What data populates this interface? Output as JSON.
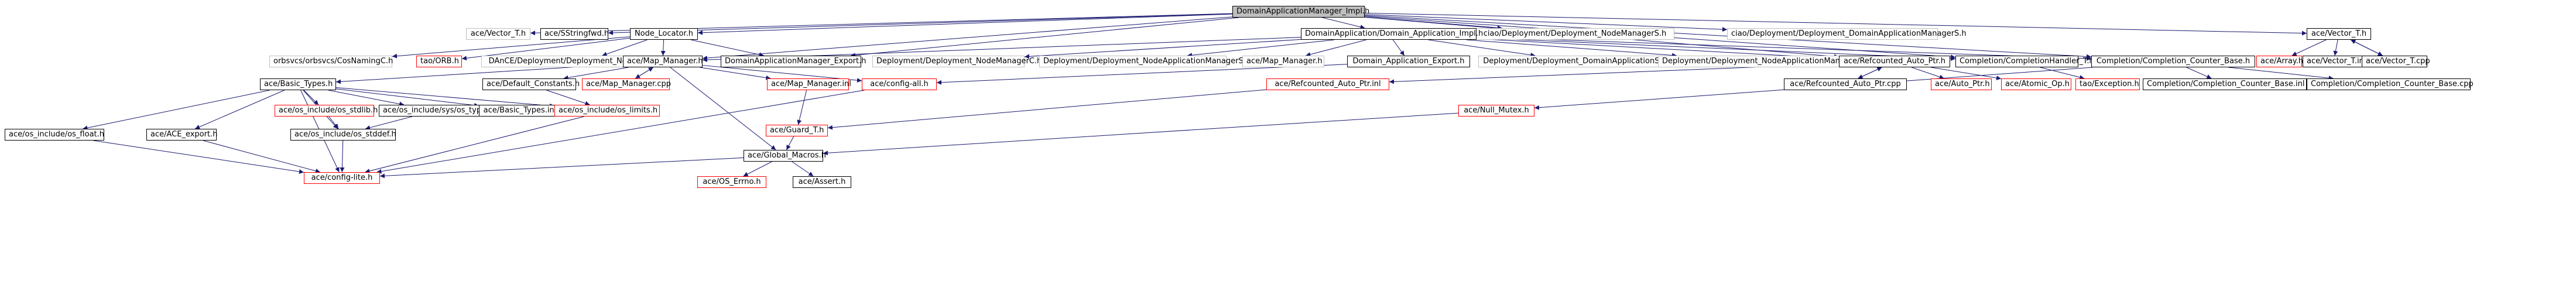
{
  "colors": {
    "edge": "#191970",
    "root_fill": "#bfbfbf",
    "missing_border": "#ff0000",
    "external_border": "#bfbfbf"
  },
  "nodes": [
    {
      "id": "root",
      "label": "DomainApplicationManager_Impl.h",
      "kind": "root"
    },
    {
      "id": "vectorTh_top",
      "label": "ace/Vector_T.h",
      "kind": "ext"
    },
    {
      "id": "sstringfwd",
      "label": "ace/SStringfwd.h",
      "kind": "normal"
    },
    {
      "id": "nodeLocator",
      "label": "Node_Locator.h",
      "kind": "normal"
    },
    {
      "id": "ciaoDeployNM",
      "label": "ciao/Deployment/Deployment_NodeManagerS.h",
      "kind": "ext"
    },
    {
      "id": "ciaoDeployDAMS",
      "label": "ciao/Deployment/Deployment_DomainApplicationManagerS.h",
      "kind": "ext"
    },
    {
      "id": "aceVectorT",
      "label": "ace/Vector_T.h",
      "kind": "normal"
    },
    {
      "id": "ciaoDAImpl",
      "label": "DomainApplication/Domain_Application_Impl.h",
      "kind": "normal"
    },
    {
      "id": "orbsvcsCos",
      "label": "orbsvcs/orbsvcs/CosNamingC.h",
      "kind": "ext"
    },
    {
      "id": "taoORB",
      "label": "tao/ORB.h",
      "kind": "red"
    },
    {
      "id": "danceNM",
      "label": "DAnCE/Deployment/Deployment_NodeManagerC.h",
      "kind": "ext"
    },
    {
      "id": "mapManager",
      "label": "ace/Map_Manager.h",
      "kind": "normal"
    },
    {
      "id": "damExport",
      "label": "DomainApplicationManager_Export.h",
      "kind": "normal"
    },
    {
      "id": "deployNMC",
      "label": "Deployment/Deployment_NodeManagerC.h",
      "kind": "ext"
    },
    {
      "id": "deployNAMS",
      "label": "Deployment/Deployment_NodeApplicationManagerS.h",
      "kind": "ext"
    },
    {
      "id": "mapManagerH2",
      "label": "ace/Map_Manager.h",
      "kind": "ext"
    },
    {
      "id": "daExport",
      "label": "Domain_Application_Export.h",
      "kind": "normal"
    },
    {
      "id": "deployDAS",
      "label": "Deployment/Deployment_DomainApplicationS.h",
      "kind": "ext"
    },
    {
      "id": "deployNAMC",
      "label": "Deployment/Deployment_NodeApplicationManagerC.h",
      "kind": "ext"
    },
    {
      "id": "refAutoPtr",
      "label": "ace/Refcounted_Auto_Ptr.h",
      "kind": "normal"
    },
    {
      "id": "completionHandler",
      "label": "Completion/CompletionHandler_T.h",
      "kind": "normal"
    },
    {
      "id": "completionCounter",
      "label": "Completion/Completion_Counter_Base.h",
      "kind": "normal"
    },
    {
      "id": "aceArray",
      "label": "ace/Array.h",
      "kind": "red"
    },
    {
      "id": "vectorTinl",
      "label": "ace/Vector_T.inl",
      "kind": "normal"
    },
    {
      "id": "vectorTcpp",
      "label": "ace/Vector_T.cpp",
      "kind": "normal"
    },
    {
      "id": "basicTypes",
      "label": "ace/Basic_Types.h",
      "kind": "normal"
    },
    {
      "id": "defaultConstants",
      "label": "ace/Default_Constants.h",
      "kind": "normal"
    },
    {
      "id": "mapManagerCpp",
      "label": "ace/Map_Manager.cpp",
      "kind": "red"
    },
    {
      "id": "mapManagerInl",
      "label": "ace/Map_Manager.inl",
      "kind": "red"
    },
    {
      "id": "configAll",
      "label": "ace/config-all.h",
      "kind": "red"
    },
    {
      "id": "refAutoPtrInl",
      "label": "ace/Refcounted_Auto_Ptr.inl",
      "kind": "red"
    },
    {
      "id": "refAutoPtrCpp",
      "label": "ace/Refcounted_Auto_Ptr.cpp",
      "kind": "normal"
    },
    {
      "id": "autoPtr",
      "label": "ace/Auto_Ptr.h",
      "kind": "red"
    },
    {
      "id": "atomicOp",
      "label": "ace/Atomic_Op.h",
      "kind": "red"
    },
    {
      "id": "taoException",
      "label": "tao/Exception.h",
      "kind": "red"
    },
    {
      "id": "completionCounterInl",
      "label": "Completion/Completion_Counter_Base.inl",
      "kind": "normal"
    },
    {
      "id": "completionCounterCpp",
      "label": "Completion/Completion_Counter_Base.cpp",
      "kind": "normal"
    },
    {
      "id": "osStdlib",
      "label": "ace/os_include/os_stdlib.h",
      "kind": "red"
    },
    {
      "id": "osSysTypes",
      "label": "ace/os_include/sys/os_types.h",
      "kind": "normal"
    },
    {
      "id": "basicTypesInl",
      "label": "ace/Basic_Types.inl",
      "kind": "normal"
    },
    {
      "id": "osLimits",
      "label": "ace/os_include/os_limits.h",
      "kind": "red"
    },
    {
      "id": "nullMutex",
      "label": "ace/Null_Mutex.h",
      "kind": "red"
    },
    {
      "id": "guardT",
      "label": "ace/Guard_T.h",
      "kind": "red"
    },
    {
      "id": "osFloat",
      "label": "ace/os_include/os_float.h",
      "kind": "normal"
    },
    {
      "id": "aceExport",
      "label": "ace/ACE_export.h",
      "kind": "normal"
    },
    {
      "id": "osStddef",
      "label": "ace/os_include/os_stddef.h",
      "kind": "normal"
    },
    {
      "id": "globalMacros",
      "label": "ace/Global_Macros.h",
      "kind": "normal"
    },
    {
      "id": "configLite",
      "label": "ace/config-lite.h",
      "kind": "red"
    },
    {
      "id": "osErrno",
      "label": "ace/OS_Errno.h",
      "kind": "red"
    },
    {
      "id": "aceAssert",
      "label": "ace/Assert.h",
      "kind": "normal"
    }
  ],
  "edges": [
    [
      "root",
      "vectorTh_top"
    ],
    [
      "root",
      "sstringfwd"
    ],
    [
      "root",
      "nodeLocator"
    ],
    [
      "root",
      "ciaoDeployNM"
    ],
    [
      "root",
      "ciaoDeployDAMS"
    ],
    [
      "root",
      "aceVectorT"
    ],
    [
      "root",
      "ciaoDAImpl"
    ],
    [
      "root",
      "mapManager"
    ],
    [
      "root",
      "damExport"
    ],
    [
      "root",
      "refAutoPtr"
    ],
    [
      "root",
      "completionHandler"
    ],
    [
      "root",
      "completionCounter"
    ],
    [
      "nodeLocator",
      "orbsvcsCos"
    ],
    [
      "nodeLocator",
      "taoORB"
    ],
    [
      "nodeLocator",
      "danceNM"
    ],
    [
      "nodeLocator",
      "mapManager"
    ],
    [
      "nodeLocator",
      "damExport"
    ],
    [
      "ciaoDAImpl",
      "mapManager"
    ],
    [
      "ciaoDAImpl",
      "deployNMC"
    ],
    [
      "ciaoDAImpl",
      "deployNAMS"
    ],
    [
      "ciaoDAImpl",
      "mapManagerH2"
    ],
    [
      "ciaoDAImpl",
      "daExport"
    ],
    [
      "ciaoDAImpl",
      "deployDAS"
    ],
    [
      "ciaoDAImpl",
      "deployNAMC"
    ],
    [
      "ciaoDAImpl",
      "refAutoPtr"
    ],
    [
      "ciaoDAImpl",
      "completionHandler"
    ],
    [
      "ciaoDAImpl",
      "completionCounter"
    ],
    [
      "aceVectorT",
      "aceArray"
    ],
    [
      "aceVectorT",
      "vectorTinl"
    ],
    [
      "aceVectorT",
      "vectorTcpp"
    ],
    [
      "vectorTcpp",
      "aceVectorT"
    ],
    [
      "mapManager",
      "basicTypes"
    ],
    [
      "mapManager",
      "defaultConstants"
    ],
    [
      "mapManager",
      "mapManagerCpp"
    ],
    [
      "mapManager",
      "mapManagerInl"
    ],
    [
      "mapManager",
      "configAll"
    ],
    [
      "mapManager",
      "globalMacros"
    ],
    [
      "mapManagerCpp",
      "mapManager"
    ],
    [
      "daExport",
      "configAll"
    ],
    [
      "refAutoPtr",
      "refAutoPtrInl"
    ],
    [
      "refAutoPtr",
      "refAutoPtrCpp"
    ],
    [
      "refAutoPtr",
      "autoPtr"
    ],
    [
      "refAutoPtr",
      "atomicOp"
    ],
    [
      "refAutoPtrCpp",
      "refAutoPtr"
    ],
    [
      "completionHandler",
      "taoException"
    ],
    [
      "completionCounter",
      "completionCounterInl"
    ],
    [
      "completionCounter",
      "completionCounterCpp"
    ],
    [
      "completionCounter",
      "nullMutex"
    ],
    [
      "basicTypes",
      "osStdlib"
    ],
    [
      "basicTypes",
      "osSysTypes"
    ],
    [
      "basicTypes",
      "basicTypesInl"
    ],
    [
      "basicTypes",
      "osLimits"
    ],
    [
      "basicTypes",
      "osFloat"
    ],
    [
      "basicTypes",
      "aceExport"
    ],
    [
      "basicTypes",
      "osStddef"
    ],
    [
      "basicTypes",
      "configLite"
    ],
    [
      "defaultConstants",
      "osLimits"
    ],
    [
      "mapManagerInl",
      "guardT"
    ],
    [
      "configAll",
      "configLite"
    ],
    [
      "osStdlib",
      "osStddef"
    ],
    [
      "osSysTypes",
      "osStddef"
    ],
    [
      "osLimits",
      "configLite"
    ],
    [
      "osFloat",
      "configLite"
    ],
    [
      "aceExport",
      "configLite"
    ],
    [
      "osStddef",
      "configLite"
    ],
    [
      "refAutoPtrInl",
      "guardT"
    ],
    [
      "nullMutex",
      "globalMacros"
    ],
    [
      "guardT",
      "globalMacros"
    ],
    [
      "globalMacros",
      "configLite"
    ],
    [
      "globalMacros",
      "osErrno"
    ],
    [
      "globalMacros",
      "aceAssert"
    ]
  ]
}
